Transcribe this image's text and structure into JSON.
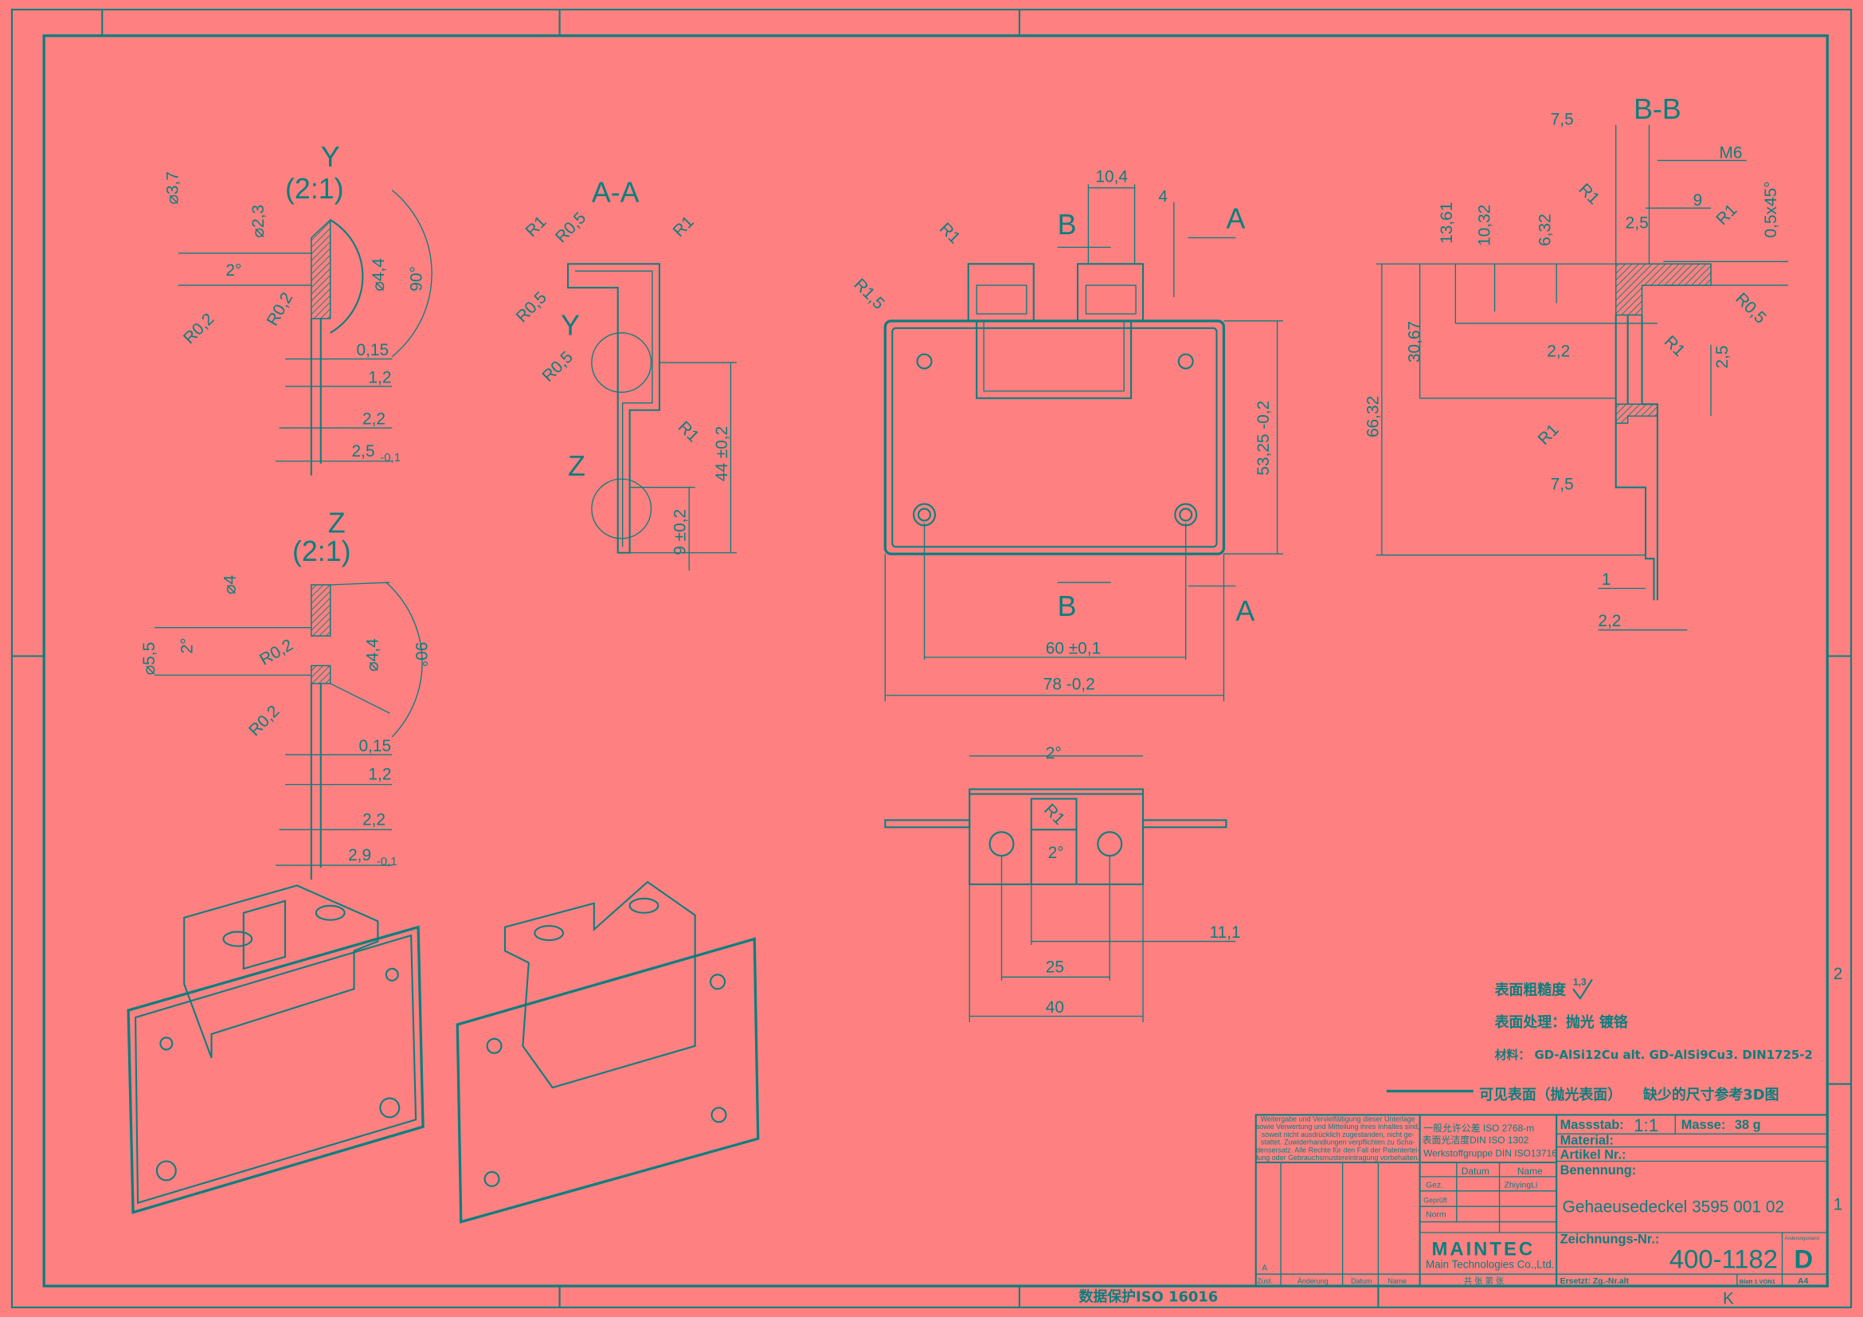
{
  "colors": {
    "background": "#ff8080",
    "lines": "#0a7f7f"
  },
  "frame": {
    "zone_right_top": "2",
    "zone_right_bottom": "1",
    "zone_bottom": "K",
    "footer_note": "数据保护ISO 16016"
  },
  "view_y": {
    "title": "Y",
    "scale": "(2:1)",
    "labels": [
      "⌀3,7",
      "⌀2,3",
      "2°",
      "⌀4,4",
      "90°",
      "R0,2",
      "R0,2",
      "0,15",
      "1,2",
      "2,2",
      "2,5",
      "-0,1"
    ]
  },
  "view_z": {
    "title": "Z",
    "scale": "(2:1)",
    "labels": [
      "⌀4",
      "⌀5,5",
      "2°",
      "R0,2",
      "⌀4,4",
      "90°",
      "R0,2",
      "0,15",
      "1,2",
      "2,2",
      "2,9",
      "-0,1"
    ]
  },
  "section_aa": {
    "title": "A-A",
    "labels": [
      "R1",
      "R0,5",
      "R1",
      "R0,5",
      "Y",
      "R0,5",
      "R1",
      "Z",
      "44 ±0,2",
      "9 ±0,2"
    ]
  },
  "front_view": {
    "labels": [
      "10,4",
      "4",
      "A",
      "B",
      "R1",
      "R1,5",
      "53,25 -0,2",
      "B",
      "A",
      "60 ±0,1",
      "78 -0,2"
    ]
  },
  "section_bb": {
    "title": "B-B",
    "labels": [
      "7,5",
      "M6",
      "R1",
      "9",
      "0,5x45°",
      "13,61",
      "10,32",
      "6,32",
      "2,5",
      "R1",
      "R0,5",
      "30,67",
      "66,32",
      "2,2",
      "R1",
      "2,5",
      "R1",
      "7,5",
      "1",
      "2,2"
    ]
  },
  "bottom_view": {
    "labels": [
      "2°",
      "R1",
      "2°",
      "11,1",
      "25",
      "40"
    ]
  },
  "notes": {
    "roughness": "表面粗糙度",
    "roughness_value": "1,3",
    "surface_treatment": "表面处理：抛光   镀铬",
    "material": "材料： GD-AlSi12Cu alt. GD-AlSi9Cu3. DIN1725-2",
    "legend_visible": "可见表面（抛光表面）",
    "missing_dims": "缺少的尺寸参考3D图"
  },
  "title_block": {
    "copyright": [
      "Weitergabe und Vervielfältigung dieser Unterlage",
      "sowie Verwertung und Mitteilung ihres Inhaltes sind,",
      "soweit nicht ausdrücklich zugestanden, nicht ge-",
      "stattet. Zuwiderhandlungen verpflichten zu Scha-",
      "densersatz. Alle Rechte für den Fall der Patentertei-",
      "lung oder Gebrauchsmustereintragung vorbehalten."
    ],
    "tolerance": "一般允许公差   ISO 2768-m",
    "surface": "表面光洁度DIN  ISO  1302",
    "material_group": "Werkstoffgruppe DIN ISO13716",
    "col_datum": "Datum",
    "col_name": "Name",
    "gez": "Gez.",
    "gez_name": "ZhiyingLi",
    "geprueft": "Geprüft",
    "norm": "Norm",
    "logo": "MAINTEC",
    "company": "Main Technologies Co.,Ltd.",
    "rev_letter": "A",
    "zust": "Zust.",
    "aenderung": "Änderung",
    "datum": "Datum",
    "name": "Name",
    "sheets_cn": "共  张  第  张",
    "massstab_label": "Massstab:",
    "massstab": "1:1",
    "masse_label": "Masse:",
    "masse": "38  g",
    "material_label": "Material:",
    "artikel_label": "Artikel Nr.:",
    "benennung_label": "Benennung:",
    "benennung": "Gehaeusedeckel 3595 001 02",
    "zeichnung_label": "Zeichnungs-Nr.:",
    "zeichnung": "400-1182",
    "aenderungsstand_label": "Änderungsstand",
    "aenderungsstand": "D",
    "ersetzt": "Ersetzt: Zg.-Nr.alt",
    "blatt": "Blatt 1 VON1",
    "format": "A4"
  }
}
